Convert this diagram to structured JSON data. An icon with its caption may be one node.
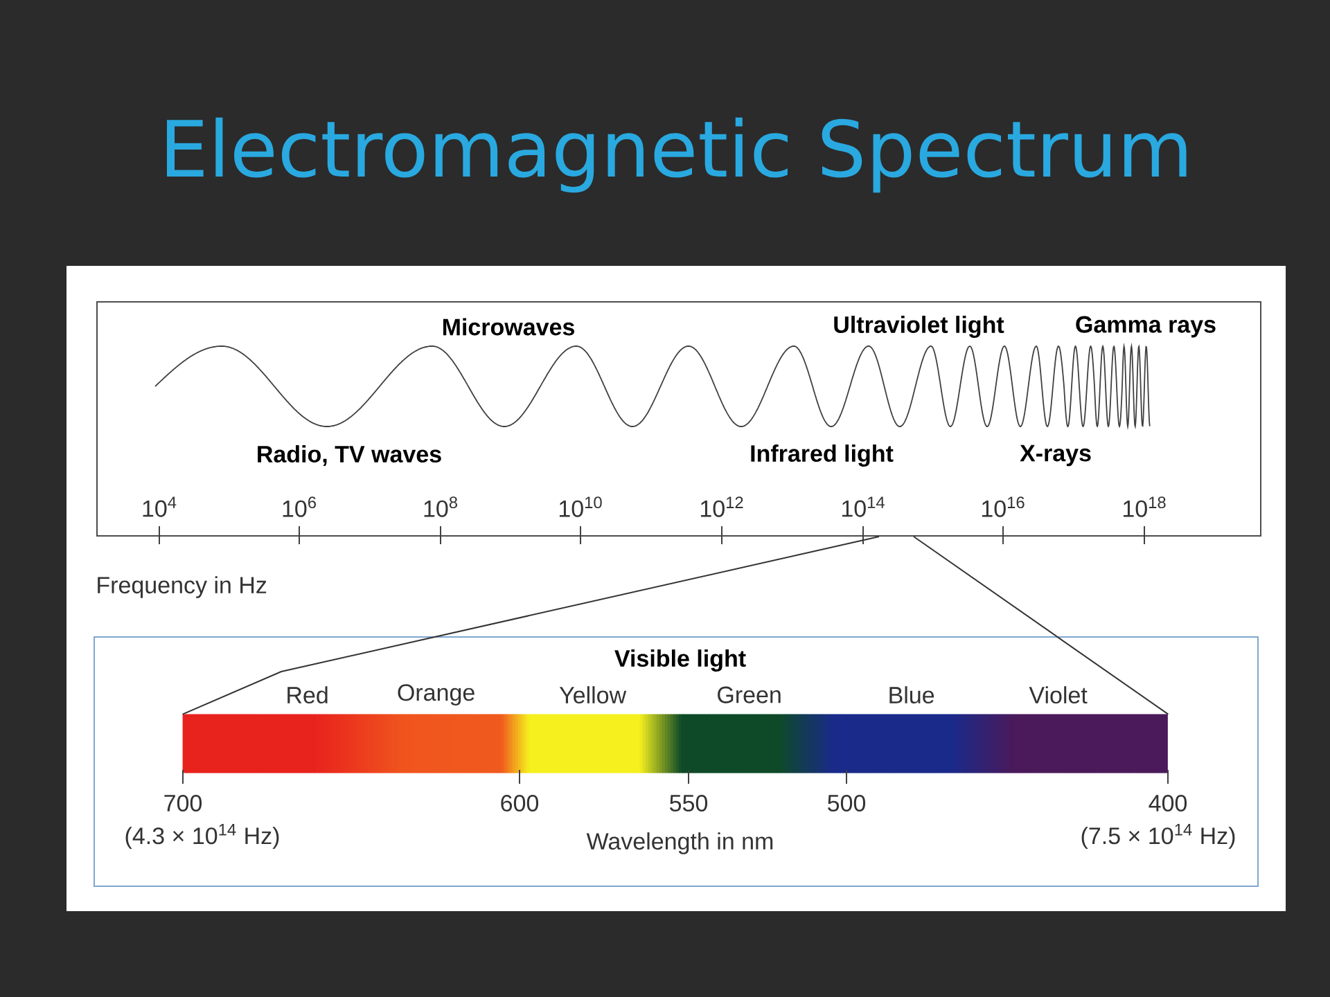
{
  "diagram": {
    "title": "Electromagnetic Spectrum",
    "nodes": [
      {
        "text": [],
        "shape": "box"
      },
      {
        "text": [
          "Visible light"
        ]
      },
      {
        "text": [],
        "shape": "bar",
        "in": 1,
        "beside": [
          "Red",
          "Orange",
          "Yellow",
          "Green",
          "Blue",
          "Violet"
        ]
      }
    ],
    "edges": [
      {
        "from": 0,
        "to": 2,
        "arrow": "none"
      },
      {
        "from": 0,
        "to": 2,
        "arrow": "none"
      }
    ],
    "labels": [
      "Microwaves",
      "Ultraviolet light",
      "Gamma rays",
      "Radio, TV waves",
      "Infrared light",
      "X-rays",
      "10$^{4}$",
      "10$^{6}$",
      "10$^{8}$",
      "10$^{10}$",
      "10$^{12}$",
      "10$^{14}$",
      "10$^{16}$",
      "10$^{18}$",
      "Frequency in Hz",
      "700",
      "600",
      "550",
      "500",
      "400",
      "(4.3 × 10$^{14}$ Hz)",
      "Wavelength in nm",
      "(7.5 × 10$^{14}$ Hz)"
    ]
  }
}
